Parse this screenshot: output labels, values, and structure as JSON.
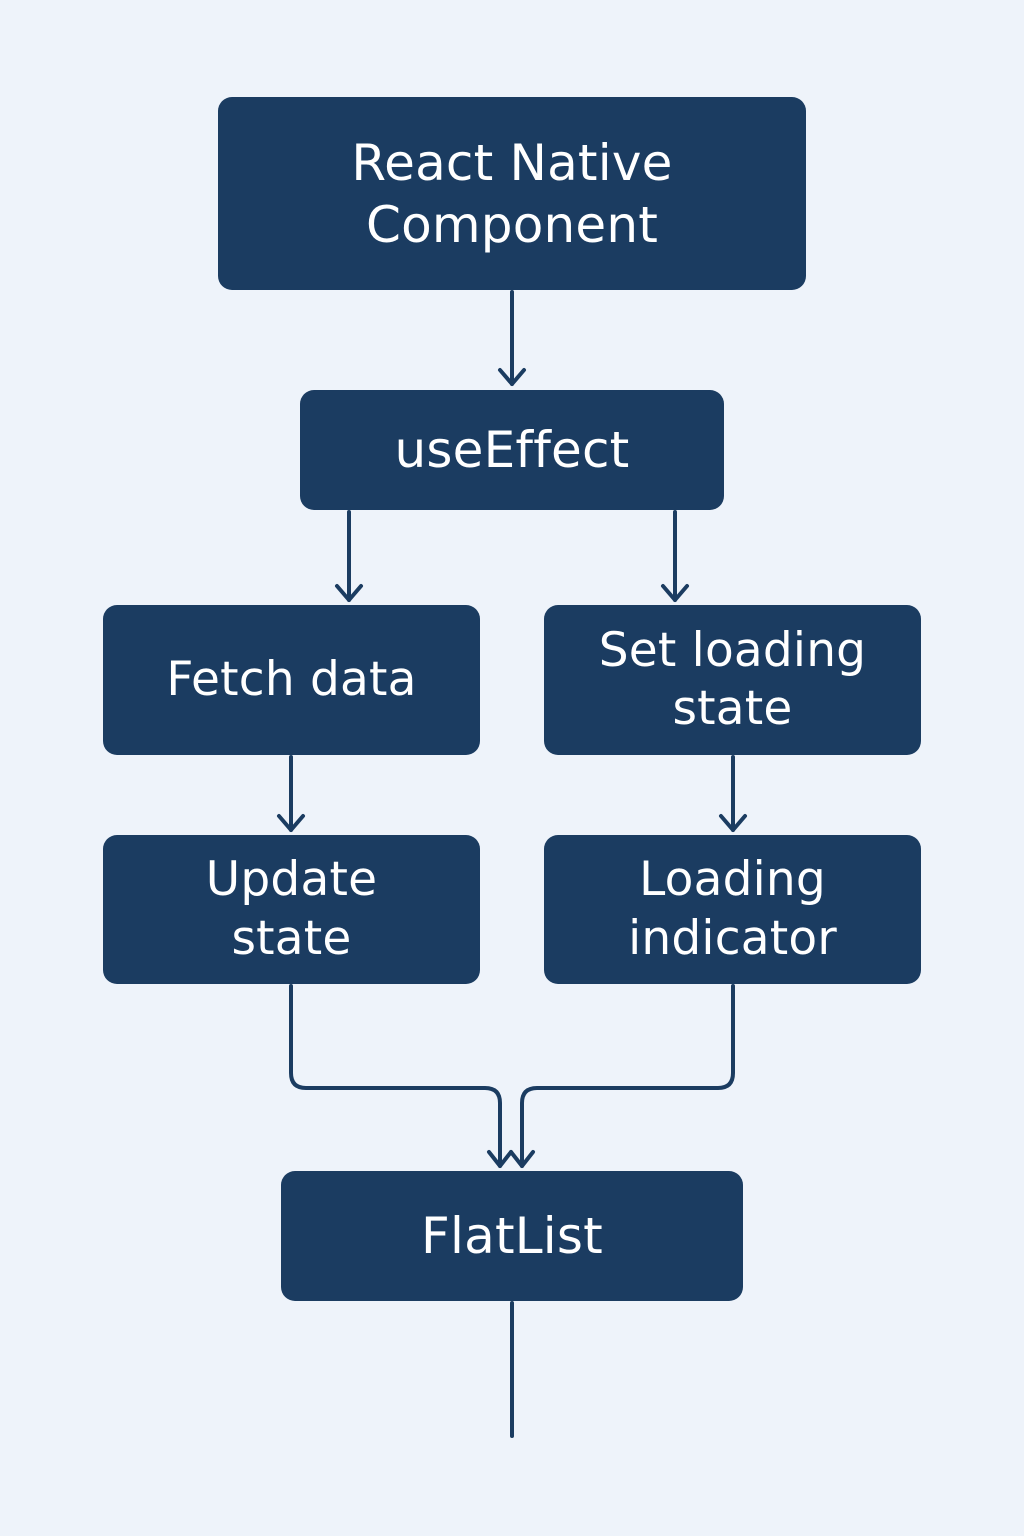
{
  "diagram": {
    "type": "flowchart",
    "colors": {
      "background": "#eef3fa",
      "node_fill": "#1b3c61",
      "node_text": "#ffffff",
      "edge": "#1b3c61"
    },
    "nodes": {
      "component": {
        "label": "React Native\nComponent"
      },
      "effect": {
        "label": "useEffect"
      },
      "fetch": {
        "label": "Fetch data"
      },
      "loading": {
        "label": "Set loading\nstate"
      },
      "update": {
        "label": "Update\nstate"
      },
      "indicator": {
        "label": "Loading\nindicator"
      },
      "flatlist": {
        "label": "FlatList"
      }
    },
    "edges": [
      {
        "from": "component",
        "to": "effect"
      },
      {
        "from": "effect",
        "to": "fetch"
      },
      {
        "from": "effect",
        "to": "loading"
      },
      {
        "from": "fetch",
        "to": "update"
      },
      {
        "from": "loading",
        "to": "indicator"
      },
      {
        "from": "update",
        "to": "flatlist"
      },
      {
        "from": "indicator",
        "to": "flatlist"
      },
      {
        "from": "flatlist",
        "to": null
      }
    ]
  }
}
